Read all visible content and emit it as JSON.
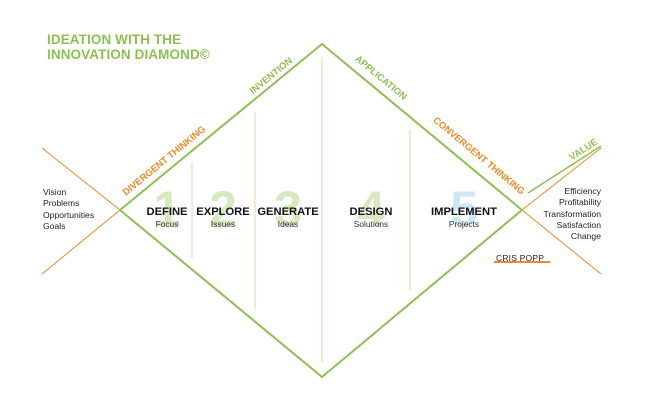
{
  "title": {
    "line1": "IDEATION WITH THE",
    "line2": "INNOVATION DIAMOND©"
  },
  "phase_labels": {
    "divergent": "DIVERGENT THINKING",
    "invention": "INVENTION",
    "application": "APPLICATION",
    "convergent": "CONVERGENT THINKING",
    "value": "VALUE"
  },
  "inputs": [
    "Vision",
    "Problems",
    "Opportunities",
    "Goals"
  ],
  "outputs": [
    "Efficiency",
    "Profitability",
    "Transformation",
    "Satisfaction",
    "Change"
  ],
  "stages": [
    {
      "number": "1",
      "name": "DEFINE",
      "sub": "Focus"
    },
    {
      "number": "2",
      "name": "EXPLORE",
      "sub": "Issues"
    },
    {
      "number": "3",
      "name": "GENERATE",
      "sub": "Ideas"
    },
    {
      "number": "4",
      "name": "DESIGN",
      "sub": "Solutions"
    },
    {
      "number": "5",
      "name": "IMPLEMENT",
      "sub": "Projects"
    }
  ],
  "logo": "CRIS POPP",
  "colors": {
    "green": "#8cc152",
    "orange": "#f08a24",
    "light_green": "#d6e9bf",
    "light_blue": "#cfe6f7"
  }
}
